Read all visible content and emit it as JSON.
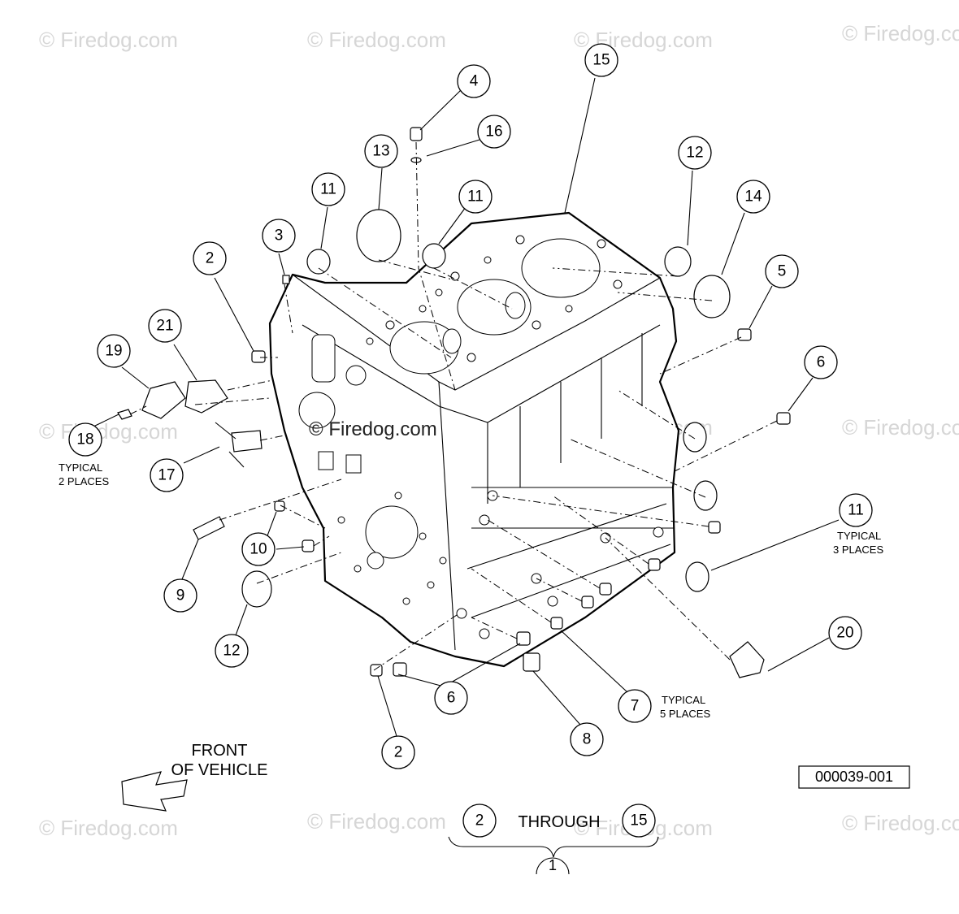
{
  "watermark": "© Firedog.com",
  "ref_number": "000039-001",
  "front_label_line1": "FRONT",
  "front_label_line2": "OF VEHICLE",
  "through_label": "THROUGH",
  "through_from": "2",
  "through_to": "15",
  "assembly_number": "1",
  "notes": {
    "typical_2_line1": "TYPICAL",
    "typical_2_line2": "2 PLACES",
    "typical_3_line1": "TYPICAL",
    "typical_3_line2": "3 PLACES",
    "typical_5_line1": "TYPICAL",
    "typical_5_line2": "5 PLACES"
  },
  "callouts": [
    "15",
    "4",
    "16",
    "13",
    "11",
    "11",
    "12",
    "14",
    "3",
    "2",
    "5",
    "21",
    "19",
    "6",
    "18",
    "17",
    "11",
    "10",
    "9",
    "12",
    "20",
    "6",
    "7",
    "8",
    "2"
  ]
}
